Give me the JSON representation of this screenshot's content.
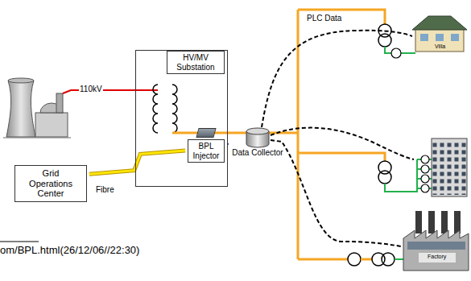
{
  "diagram": {
    "nodes": [
      {
        "text": [
          "HV/MV Substation"
        ]
      },
      {
        "text": [
          "BPL Injector"
        ],
        "in": 0
      },
      {
        "text": [
          "Grid Operations Center"
        ]
      },
      {
        "text": [
          "Data Collector"
        ]
      }
    ],
    "edges": [
      {
        "from": 2,
        "to": 1,
        "label": "Fibre",
        "arrow": "none"
      },
      {
        "from": 1,
        "to": 3,
        "arrow": "none"
      }
    ],
    "labels": [
      "110kV",
      "PLC Data",
      "Villa",
      "Factory",
      "om/BPL.html(26/12/06//22:30)"
    ]
  }
}
